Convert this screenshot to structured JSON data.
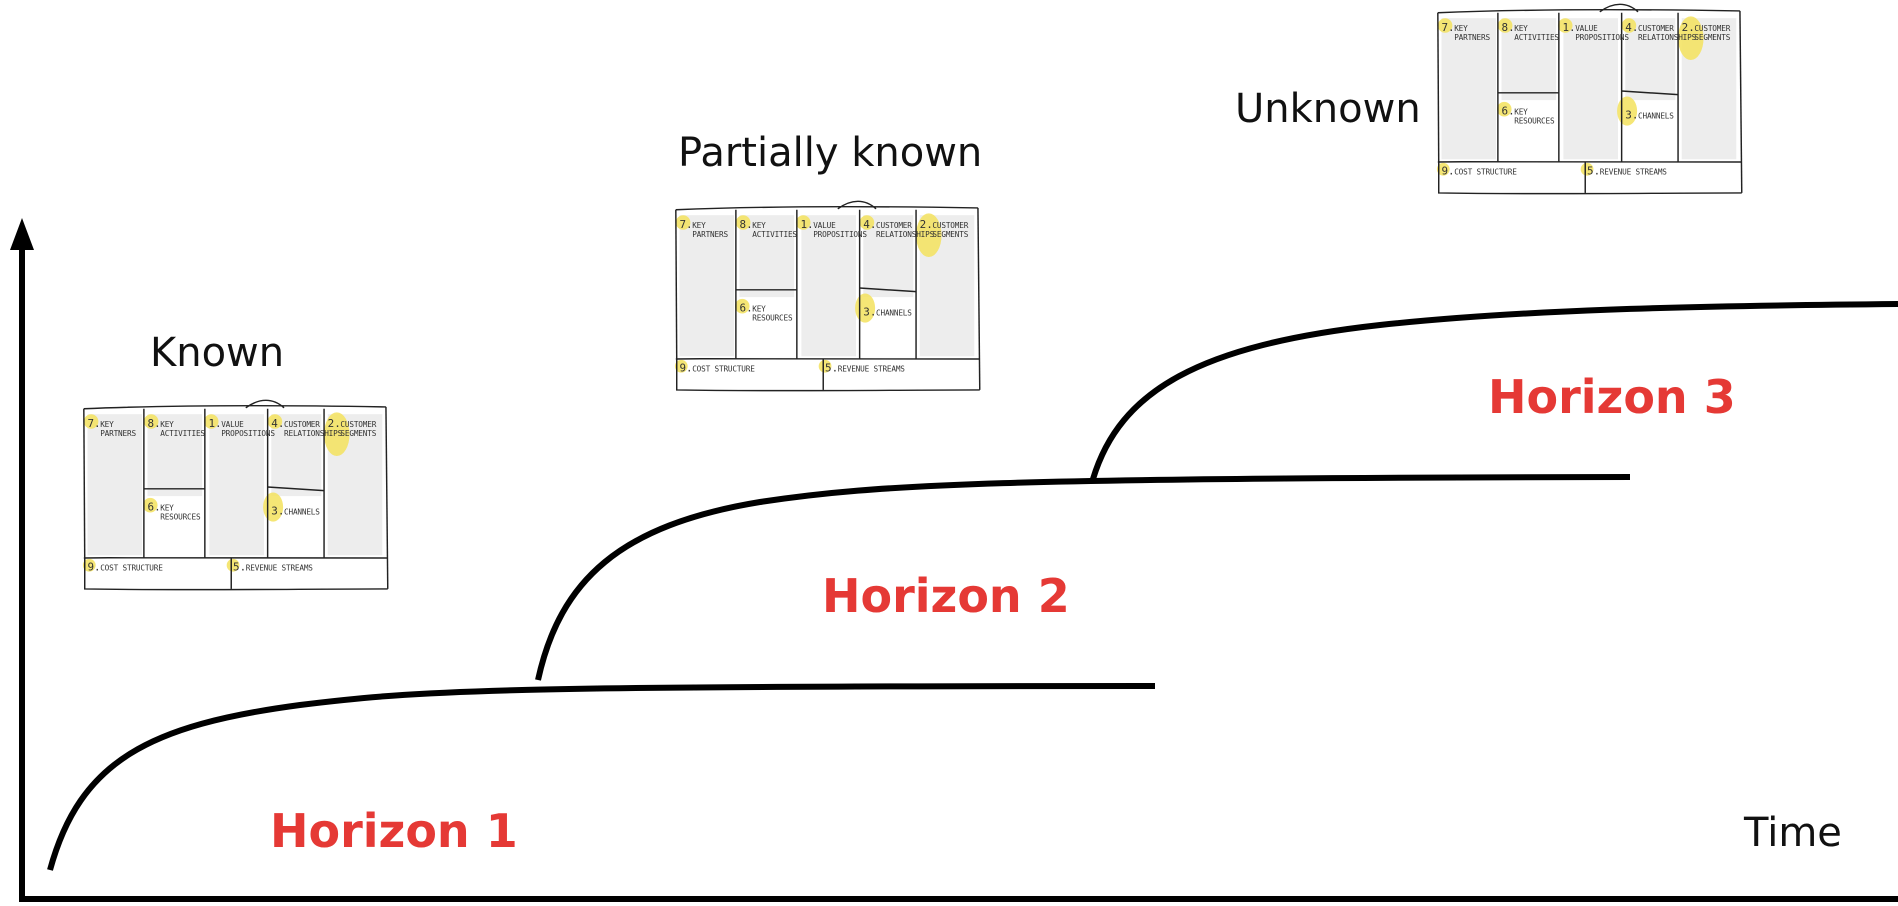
{
  "stages": [
    {
      "label": "Known"
    },
    {
      "label": "Partially known"
    },
    {
      "label": "Unknown"
    }
  ],
  "horizons": [
    {
      "label": "Horizon 1"
    },
    {
      "label": "Horizon 2"
    },
    {
      "label": "Horizon 3"
    }
  ],
  "x_axis_label": "Time",
  "colors": {
    "horizon": "#e53935",
    "highlight": "#f3e25d",
    "line": "#000000"
  },
  "canvas": {
    "cells": [
      {
        "num": "7.",
        "lines": [
          "KEY",
          "PARTNERS"
        ]
      },
      {
        "num": "8.",
        "lines": [
          "KEY",
          "ACTIVITIES"
        ]
      },
      {
        "num": "1.",
        "lines": [
          "VALUE",
          "PROPOSITIONS"
        ]
      },
      {
        "num": "4.",
        "lines": [
          "CUSTOMER",
          "RELATIONSHIPS"
        ]
      },
      {
        "num": "2.",
        "lines": [
          "CUSTOMER",
          "SEGMENTS"
        ]
      },
      {
        "num": "6.",
        "lines": [
          "KEY",
          "RESOURCES"
        ]
      },
      {
        "num": "3.",
        "lines": [
          "CHANNELS"
        ]
      },
      {
        "num": "9.",
        "lines": [
          "COST STRUCTURE"
        ]
      },
      {
        "num": "5.",
        "lines": [
          "REVENUE STREAMS"
        ]
      }
    ]
  }
}
